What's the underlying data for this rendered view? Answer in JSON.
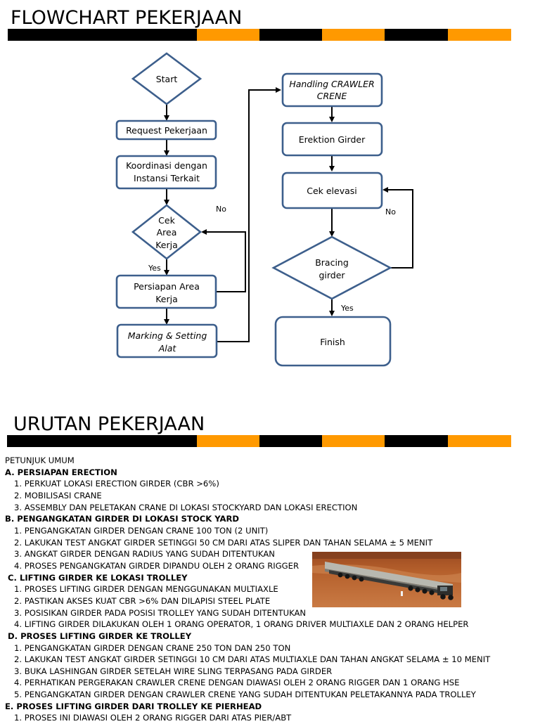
{
  "flowchart": {
    "title": "FLOWCHART PEKERJAAN",
    "nodes": {
      "start": "Start",
      "request": "Request Pekerjaan",
      "koordinasi": [
        "Koordinasi dengan",
        "Instansi Terkait"
      ],
      "cek_area": [
        "Cek",
        "Area",
        "Kerja"
      ],
      "persiapan": [
        "Persiapan Area",
        "Kerja"
      ],
      "marking": [
        "Marking & Setting",
        "Alat"
      ],
      "handling": [
        "Handling CRAWLER",
        "CRENE"
      ],
      "erektion": "Erektion Girder",
      "cek_elevasi": "Cek elevasi",
      "bracing": [
        "Bracing",
        "girder"
      ],
      "finish": "Finish"
    },
    "labels": {
      "no_1": "No",
      "yes_1": "Yes",
      "no_2": "No",
      "yes_2": "Yes"
    }
  },
  "urutan": {
    "title": "URUTAN PEKERJAAN",
    "intro": "PETUNJUK UMUM",
    "sections": [
      {
        "heading": "A.  PERSIAPAN ERECTION",
        "items": [
          "1. PERKUAT LOKASI ERECTION GIRDER (CBR >6%)",
          "2. MOBILISASI CRANE",
          "3. ASSEMBLY DAN PELETAKAN CRANE DI LOKASI STOCKYARD DAN LOKASI ERECTION"
        ]
      },
      {
        "heading": "B. PENGANGKATAN GIRDER DI LOKASI STOCK YARD",
        "items": [
          "1. PENGANGKATAN GIRDER DENGAN CRANE 100 TON (2 UNIT)",
          "2. LAKUKAN TEST ANGKAT GIRDER SETINGGI 50 CM DARI ATAS SLIPER DAN TAHAN SELAMA ± 5 MENIT",
          "3. ANGKAT GIRDER DENGAN RADIUS YANG SUDAH DITENTUKAN",
          "4. PROSES PENGANGKATAN GIRDER DIPANDU OLEH 2 ORANG RIGGER"
        ]
      },
      {
        "heading": "C. LIFTING GIRDER KE LOKASI TROLLEY",
        "items": [
          "1. PROSES LIFTING GIRDER DENGAN MENGGUNAKAN MULTIAXLE",
          "2. PASTIKAN AKSES KUAT CBR >6% DAN DILAPISI STEEL PLATE",
          "3. POSISIKAN GIRDER PADA POSISI TROLLEY YANG SUDAH DITENTUKAN",
          "4. LIFTING GIRDER DILAKUKAN OLEH 1 ORANG OPERATOR, 1 ORANG DRIVER MULTIAXLE DAN 2 ORANG HELPER"
        ]
      },
      {
        "heading": "D. PROSES LIFTING GIRDER KE TROLLEY",
        "items": [
          "1. PENGANGKATAN GIRDER DENGAN CRANE 250 TON DAN 250 TON",
          "2. LAKUKAN TEST ANGKAT GIRDER SETINGGI 10 CM DARI ATAS MULTIAXLE DAN TAHAN ANGKAT SELAMA ± 10 MENIT",
          "3. BUKA LASHINGAN GIRDER SETELAH WIRE SLING TERPASANG PADA GIRDER",
          "4. PERHATIKAN PERGERAKAN CRAWLER CRENE DENGAN DIAWASI OLEH 2 ORANG RIGGER DAN 1 ORANG HSE",
          "5. PENGANGKATAN GIRDER DENGAN CRAWLER CRENE YANG SUDAH DITENTUKAN PELETAKANNYA PADA TROLLEY"
        ]
      },
      {
        "heading": "E. PROSES LIFTING GIRDER DARI TROLLEY KE PIERHEAD",
        "items": [
          "1. PROSES INI DIAWASI OLEH 2 ORANG RIGGER DARI ATAS PIER/ABT"
        ]
      }
    ]
  },
  "colors": {
    "black": "#000000",
    "orange": "#ff9900",
    "shape_border": "#3d5f8c"
  }
}
